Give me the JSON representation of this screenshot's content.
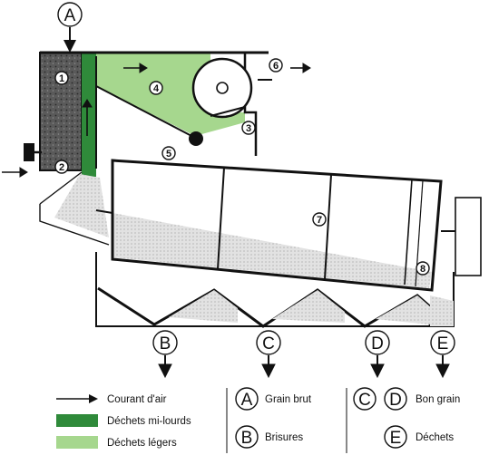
{
  "colors": {
    "dark_green": "#2f8a3a",
    "light_green": "#a6d78e",
    "screened_grey": "#cfcfcf",
    "dark_speckle": "#4a4a4a",
    "line": "#111111"
  },
  "markers": {
    "n1": "1",
    "n2": "2",
    "n3": "3",
    "n4": "4",
    "n5": "5",
    "n6": "6",
    "n7": "7",
    "n8": "8"
  },
  "streams": {
    "A": "A",
    "B": "B",
    "C": "C",
    "D": "D",
    "E": "E"
  },
  "legend": {
    "air_flow": "Courant d'air",
    "medium_heavy_waste": "Déchets mi-lourds",
    "light_waste": "Déchets légers",
    "A_label": "Grain brut",
    "B_label": "Brisures",
    "CD_label": "Bon grain",
    "E_label": "Déchets"
  }
}
